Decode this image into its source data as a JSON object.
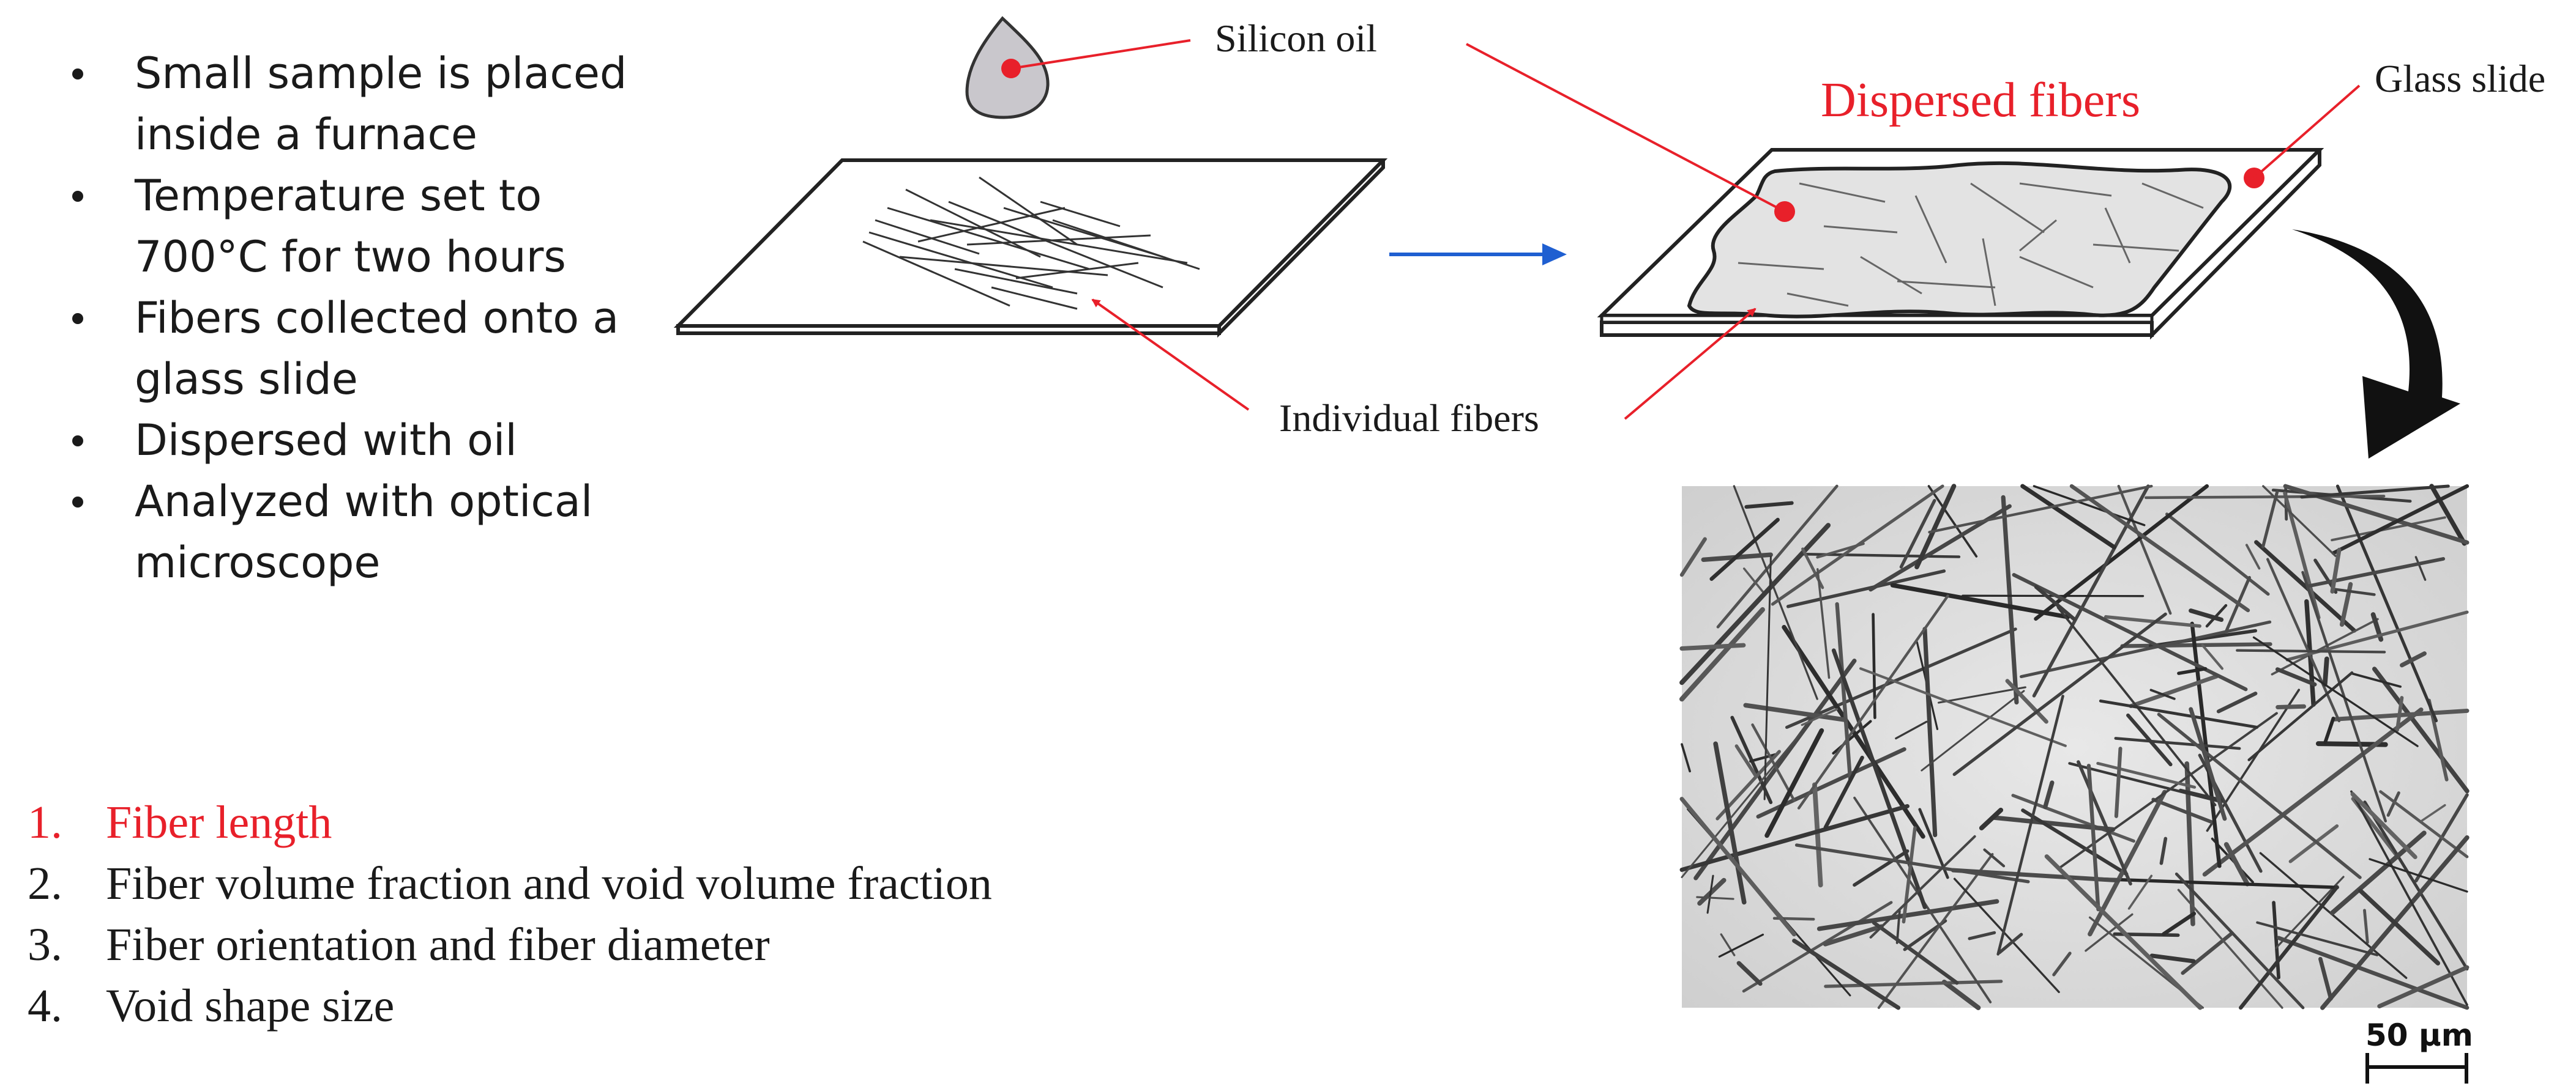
{
  "bullets": [
    "Small sample is placed inside a furnace",
    "Temperature set to 700°C for two hours",
    "Fibers collected onto a glass slide",
    "Dispersed with oil",
    "Analyzed with optical microscope"
  ],
  "labels": {
    "silicon_oil": "Silicon oil",
    "dispersed_fibers": "Dispersed fibers",
    "glass_slide": "Glass slide",
    "individual_fibers": "Individual fibers",
    "scale_bar": "50 µm"
  },
  "numbered_list": [
    {
      "num": "1.",
      "text": "Fiber length"
    },
    {
      "num": "2.",
      "text": "Fiber volume fraction and void volume fraction"
    },
    {
      "num": "3.",
      "text": "Fiber orientation and fiber diameter"
    },
    {
      "num": "4.",
      "text": "Void shape size"
    }
  ],
  "colors": {
    "accent_red": "#e8202a",
    "arrow_blue": "#1f5fd1",
    "droplet_fill": "#c9c7cc",
    "oil_fill": "#e3e3e3",
    "micrograph_bg": "#d9d9d9"
  }
}
